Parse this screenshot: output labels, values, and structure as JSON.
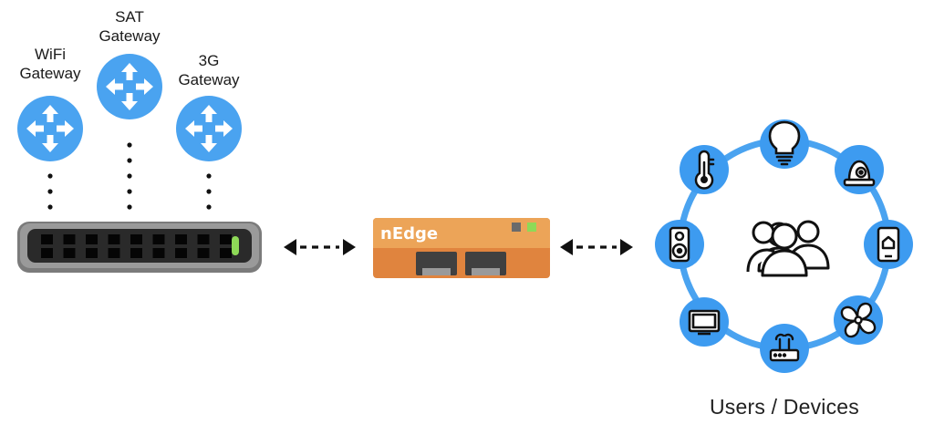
{
  "gateways": [
    {
      "label_line1": "WiFi",
      "label_line2": "Gateway",
      "icon": "router-icon"
    },
    {
      "label_line1": "SAT",
      "label_line2": "Gateway",
      "icon": "router-icon"
    },
    {
      "label_line1": "3G",
      "label_line2": "Gateway",
      "icon": "router-icon"
    }
  ],
  "device": {
    "name": "nEdge"
  },
  "users": {
    "caption": "Users / Devices",
    "center_icon": "users-group-icon",
    "devices": [
      "lightbulb-icon",
      "camera-icon",
      "smartphone-home-icon",
      "fan-icon",
      "router-icon",
      "tv-icon",
      "speaker-icon",
      "thermometer-icon"
    ]
  },
  "colors": {
    "gateway_blue": "#4aa3f0",
    "device_blue": "#3d9bf0",
    "switch_gray": "#8a8a8a",
    "switch_dark": "#2b2b2b",
    "led_green": "#8ed957",
    "nedge_orange": "#e0843e",
    "nedge_orange_light": "#eca458"
  }
}
